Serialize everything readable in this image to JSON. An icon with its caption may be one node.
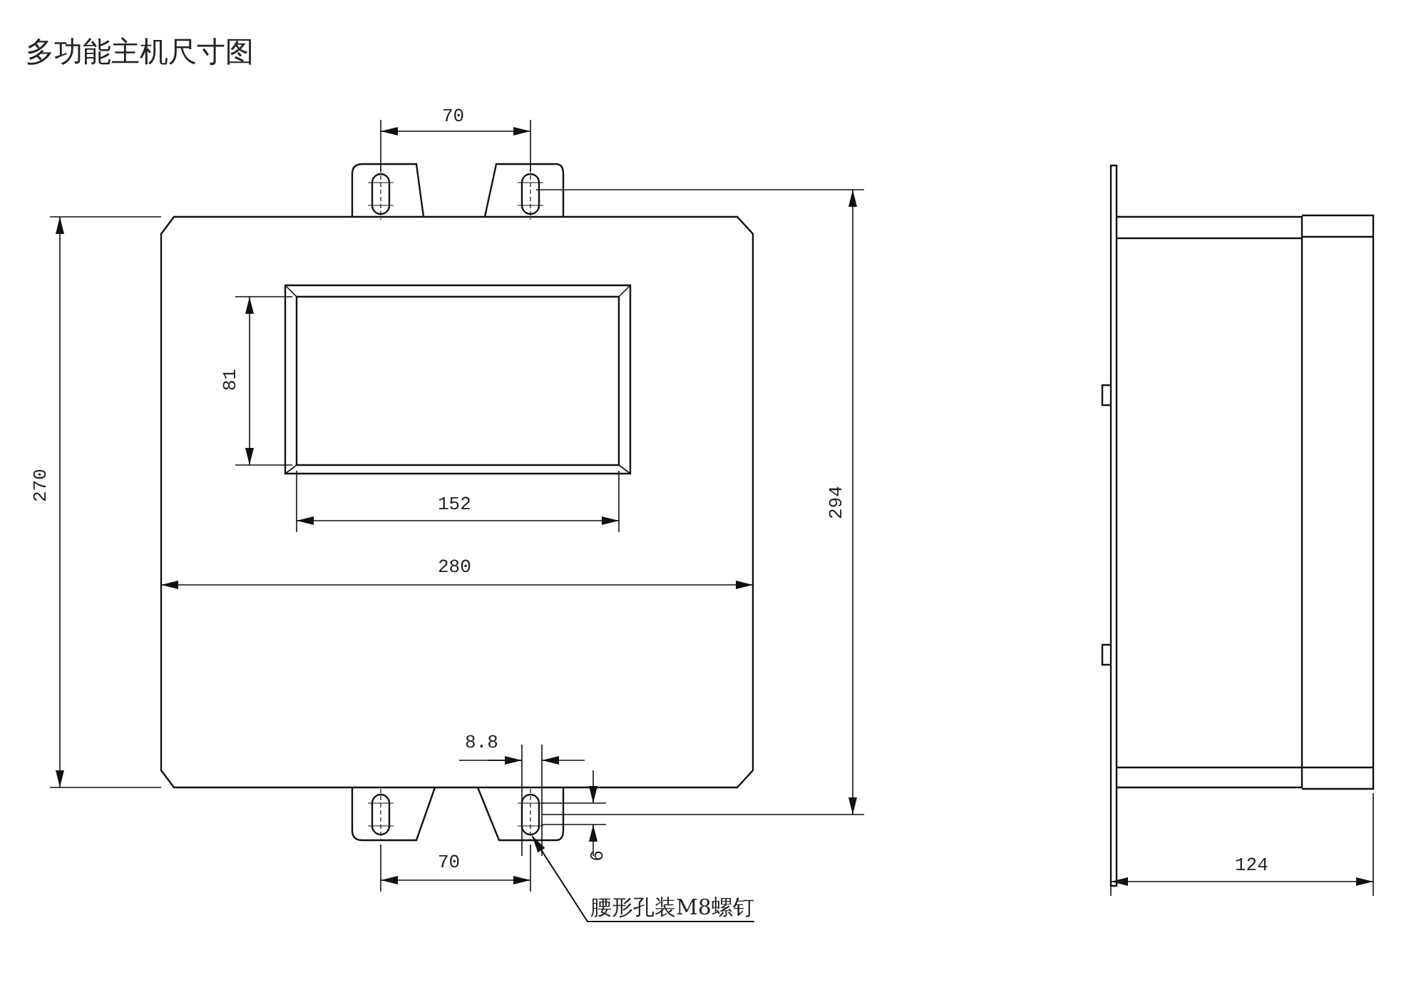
{
  "diagram": {
    "title": "多功能主机尺寸图",
    "nodes": [
      {
        "text": [
          "腰形孔装M8螺钉"
        ]
      },
      {
        "text": [],
        "shape": "slot"
      }
    ],
    "edges": [
      {
        "from": 0,
        "to": 1,
        "arrow": "to"
      }
    ],
    "labels": [
      "70",
      "81",
      "270",
      "294",
      "152",
      "280",
      "8.8",
      "9",
      "70",
      "124"
    ]
  }
}
